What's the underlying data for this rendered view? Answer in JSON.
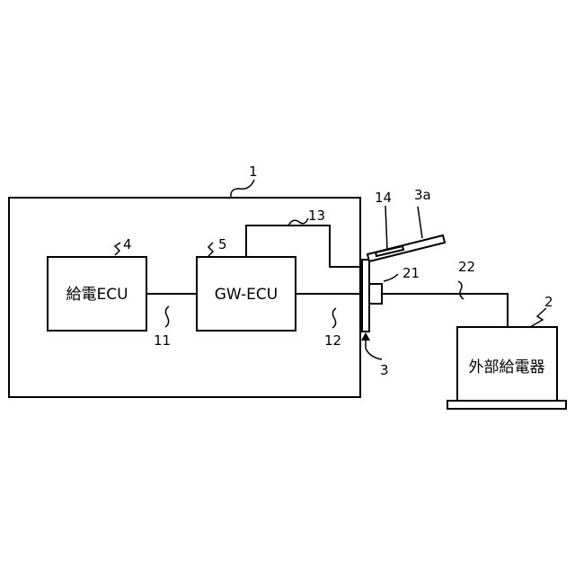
{
  "labels": {
    "vehicle_ref": "1",
    "charger_ref": "2",
    "inlet_ref": "3",
    "lid_ref": "3a",
    "feed_ecu_ref": "4",
    "gw_ecu_ref": "5",
    "line11_ref": "11",
    "line12_ref": "12",
    "line13_ref": "13",
    "sensor14_ref": "14",
    "connector21_ref": "21",
    "cable22_ref": "22"
  },
  "blocks": {
    "feed_ecu": "給電ECU",
    "gw_ecu": "GW-ECU",
    "external_charger": "外部給電器"
  }
}
